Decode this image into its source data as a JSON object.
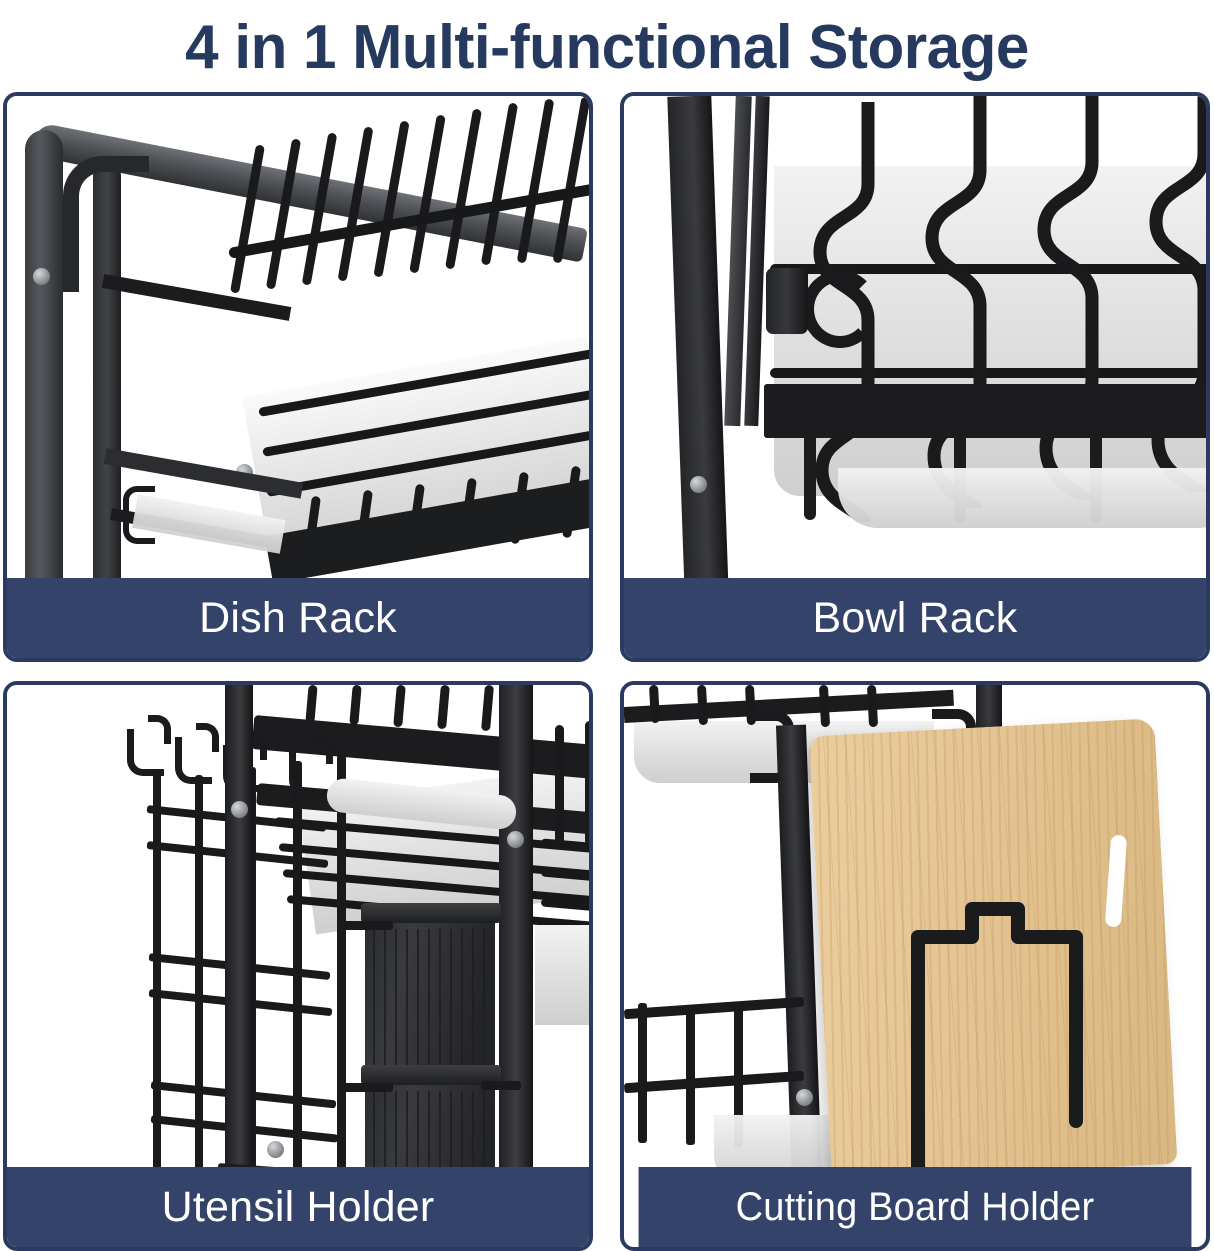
{
  "header": {
    "title": "4 in 1 Multi-functional Storage",
    "title_color": "#253A5E"
  },
  "theme": {
    "navy": "#34436A",
    "border_navy": "#2A3A60",
    "label_text": "#FFFFFF",
    "metal_black": "#1C1D1F",
    "tray_white": "#EDEDED",
    "wood": "#E8C99B",
    "background": "#FFFFFF"
  },
  "panels": [
    {
      "id": "dish-rack",
      "label": "Dish Rack",
      "photo_alt": "Close-up of black metal dish rack with vertical wire dish dividers, grey tubular frame and white drip tray"
    },
    {
      "id": "bowl-rack",
      "label": "Bowl Rack",
      "photo_alt": "Close-up of bowl rack tier with black S-shaped wire bowl dividers over a white drainage tray"
    },
    {
      "id": "utensil-holder",
      "label": "Utensil Holder",
      "photo_alt": "Close-up of side wire basket with hanging hooks and two black ribbed plastic utensil cups"
    },
    {
      "id": "cutting-board-holder",
      "label": "Cutting Board Holder",
      "photo_alt": "Close-up of a light wood cutting board held upright in a black wire cutting board holder"
    }
  ],
  "layout": {
    "columns": 2,
    "rows": 2,
    "panel_count": 4
  }
}
